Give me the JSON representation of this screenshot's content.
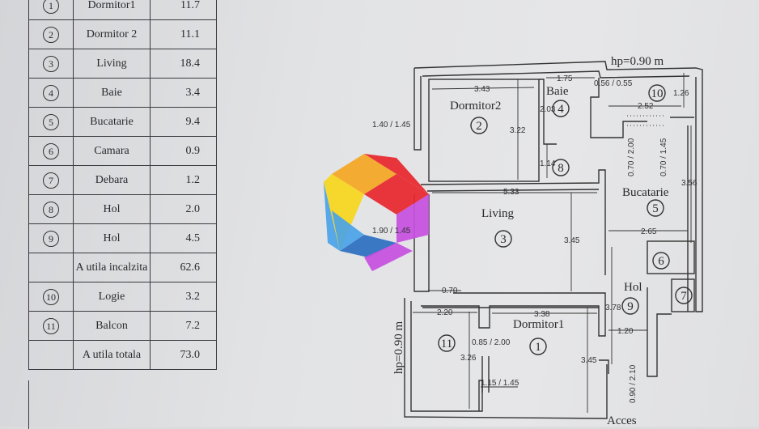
{
  "table": {
    "rows": [
      {
        "num": "1",
        "name": "Dormitor1",
        "area": "11.7"
      },
      {
        "num": "2",
        "name": "Dormitor 2",
        "area": "11.1"
      },
      {
        "num": "3",
        "name": "Living",
        "area": "18.4"
      },
      {
        "num": "4",
        "name": "Baie",
        "area": "3.4"
      },
      {
        "num": "5",
        "name": "Bucatarie",
        "area": "9.4"
      },
      {
        "num": "6",
        "name": "Camara",
        "area": "0.9"
      },
      {
        "num": "7",
        "name": "Debara",
        "area": "1.2"
      },
      {
        "num": "8",
        "name": "Hol",
        "area": "2.0"
      },
      {
        "num": "9",
        "name": "Hol",
        "area": "4.5"
      },
      {
        "num": "",
        "name": "A utila incalzita",
        "area": "62.6"
      },
      {
        "num": "10",
        "name": "Logie",
        "area": "3.2"
      },
      {
        "num": "11",
        "name": "Balcon",
        "area": "7.2"
      },
      {
        "num": "",
        "name": "A utila totala",
        "area": "73.0"
      }
    ]
  },
  "plan": {
    "rooms": {
      "dormitor2": "Dormitor2",
      "baie": "Baie",
      "living": "Living",
      "bucatarie": "Bucatarie",
      "hol": "Hol",
      "dormitor1": "Dormitor1",
      "acces": "Acces"
    },
    "numbers": [
      "1",
      "2",
      "3",
      "4",
      "5",
      "6",
      "7",
      "8",
      "9",
      "10",
      "11"
    ],
    "dims": {
      "hp_top": "hp=0.90 m",
      "hp_left": "hp=0.90 m",
      "d343": "3.43",
      "d175": "1.75",
      "d056": "0.56 / 0.55",
      "d252": "2.52",
      "d126": "1.26",
      "d140": "1.40 / 1.45",
      "d203": "2.03",
      "d322": "3.22",
      "d114": "1.14",
      "d070_200": "0.70 / 2.00",
      "d070_145": "0.70 / 1.45",
      "d356": "3.56",
      "d533": "5.33",
      "d190": "1.90 / 1.45",
      "d345a": "3.45",
      "d265": "2.65",
      "d070": "0.70",
      "d220": "2.20",
      "d338": "3.38",
      "d378": "3.78",
      "d120": "1.20",
      "d085": "0.85 / 2.00",
      "d326": "3.26",
      "d345b": "3.45",
      "d115": "1.15 / 1.45",
      "d090": "0.90 / 2.10"
    }
  },
  "logo": {
    "colors": [
      "#e8262e",
      "#f5a623",
      "#f7d61c",
      "#4aa3e8",
      "#c64fe0",
      "#2c6fc0"
    ]
  }
}
